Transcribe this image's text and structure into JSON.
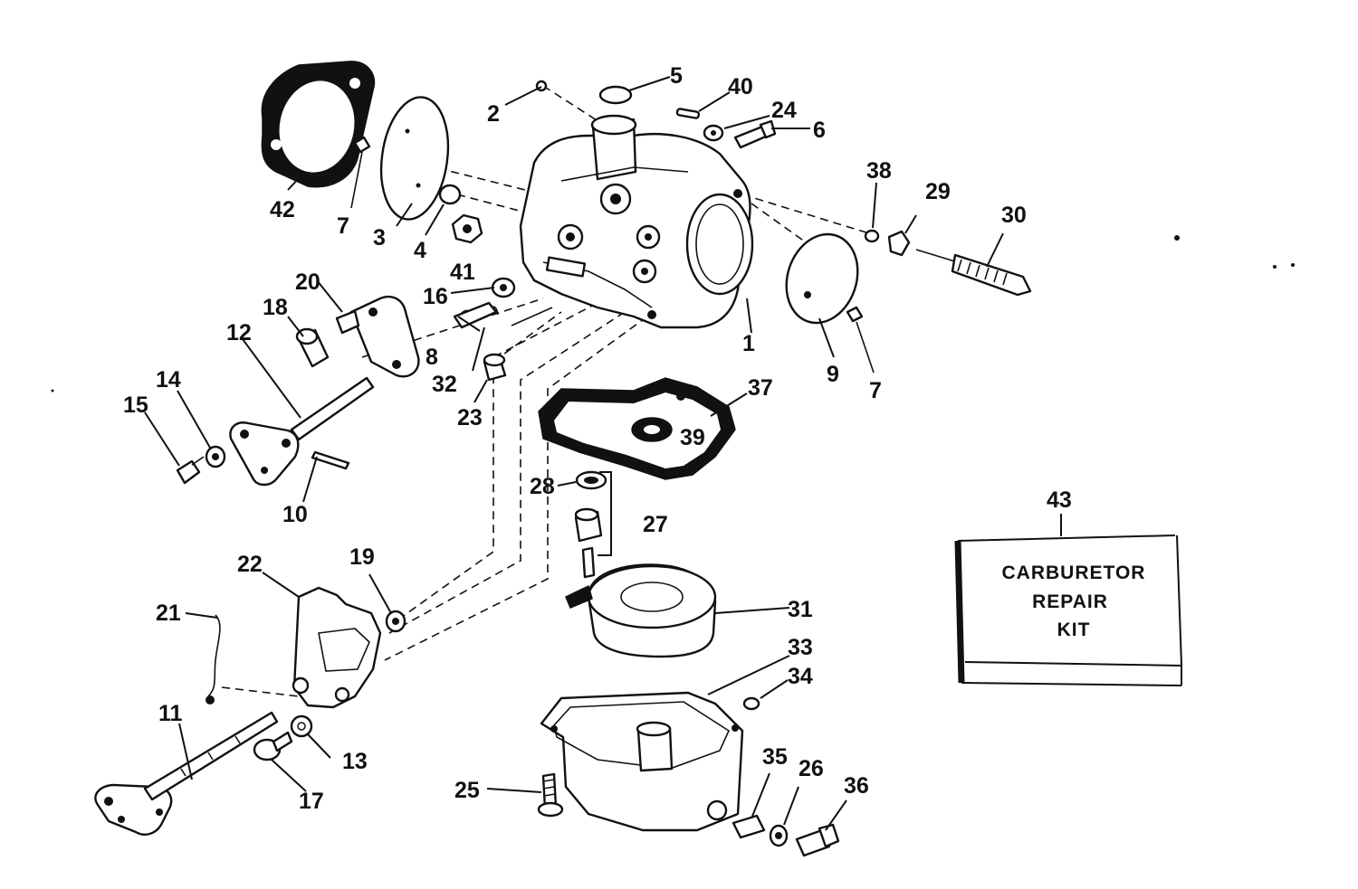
{
  "kit": {
    "line1": "CARBURETOR",
    "line2": "REPAIR",
    "line3": "KIT"
  },
  "callouts": [
    {
      "id": "1",
      "label": "1"
    },
    {
      "id": "2",
      "label": "2"
    },
    {
      "id": "3",
      "label": "3"
    },
    {
      "id": "4",
      "label": "4"
    },
    {
      "id": "5",
      "label": "5"
    },
    {
      "id": "6",
      "label": "6"
    },
    {
      "id": "7a",
      "label": "7"
    },
    {
      "id": "7b",
      "label": "7"
    },
    {
      "id": "8",
      "label": "8"
    },
    {
      "id": "9",
      "label": "9"
    },
    {
      "id": "10",
      "label": "10"
    },
    {
      "id": "11",
      "label": "11"
    },
    {
      "id": "12",
      "label": "12"
    },
    {
      "id": "13",
      "label": "13"
    },
    {
      "id": "14",
      "label": "14"
    },
    {
      "id": "15",
      "label": "15"
    },
    {
      "id": "16",
      "label": "16"
    },
    {
      "id": "17",
      "label": "17"
    },
    {
      "id": "18",
      "label": "18"
    },
    {
      "id": "19",
      "label": "19"
    },
    {
      "id": "20",
      "label": "20"
    },
    {
      "id": "21",
      "label": "21"
    },
    {
      "id": "22",
      "label": "22"
    },
    {
      "id": "23",
      "label": "23"
    },
    {
      "id": "24",
      "label": "24"
    },
    {
      "id": "25",
      "label": "25"
    },
    {
      "id": "26",
      "label": "26"
    },
    {
      "id": "27",
      "label": "27"
    },
    {
      "id": "28",
      "label": "28"
    },
    {
      "id": "29",
      "label": "29"
    },
    {
      "id": "30",
      "label": "30"
    },
    {
      "id": "31",
      "label": "31"
    },
    {
      "id": "32",
      "label": "32"
    },
    {
      "id": "33",
      "label": "33"
    },
    {
      "id": "34",
      "label": "34"
    },
    {
      "id": "35",
      "label": "35"
    },
    {
      "id": "36",
      "label": "36"
    },
    {
      "id": "37",
      "label": "37"
    },
    {
      "id": "38",
      "label": "38"
    },
    {
      "id": "39",
      "label": "39"
    },
    {
      "id": "40",
      "label": "40"
    },
    {
      "id": "41",
      "label": "41"
    },
    {
      "id": "42",
      "label": "42"
    },
    {
      "id": "43",
      "label": "43"
    }
  ]
}
